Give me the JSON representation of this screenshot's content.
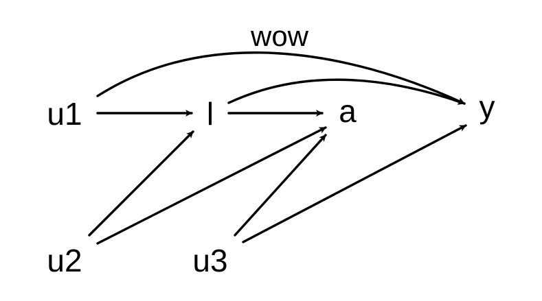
{
  "diagram": {
    "nodes": [
      {
        "id": "u1",
        "label": "u1"
      },
      {
        "id": "l",
        "label": "l"
      },
      {
        "id": "a",
        "label": "a"
      },
      {
        "id": "y",
        "label": "y"
      },
      {
        "id": "u2",
        "label": "u2"
      },
      {
        "id": "u3",
        "label": "u3"
      }
    ],
    "edges": [
      {
        "from": "u1",
        "to": "l"
      },
      {
        "from": "l",
        "to": "a"
      },
      {
        "from": "u1",
        "to": "y",
        "label": "wow"
      },
      {
        "from": "l",
        "to": "y"
      },
      {
        "from": "u2",
        "to": "l"
      },
      {
        "from": "u2",
        "to": "a"
      },
      {
        "from": "u3",
        "to": "a"
      },
      {
        "from": "u3",
        "to": "y"
      }
    ],
    "edge_labels": {
      "u1_y": "wow"
    },
    "colors": {
      "stroke": "#000000",
      "text": "#000000",
      "background": "#ffffff"
    }
  }
}
